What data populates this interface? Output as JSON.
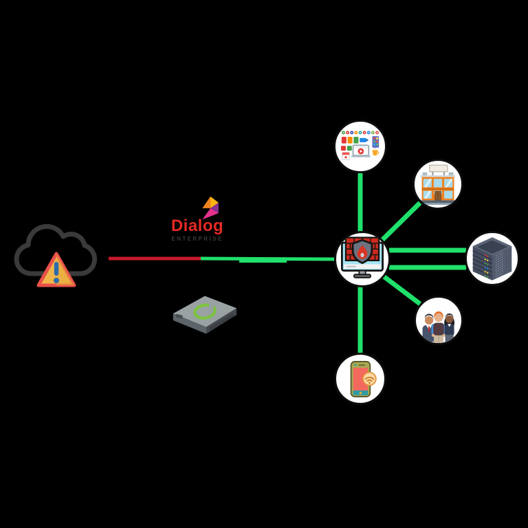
{
  "colors": {
    "background": "#000000",
    "link_green": "#1fe06b",
    "link_red": "#c6192e",
    "node_fill": "#ffffff",
    "node_border": "#0d0d0d",
    "brand_red": "#e32a24",
    "brand_sub": "#3a3a38"
  },
  "logo": {
    "brand": "Dialog",
    "subtitle": "ENTERPRISE"
  },
  "nodes": [
    {
      "id": "threat-cloud",
      "icon": "cloud-warning-icon"
    },
    {
      "id": "dialog-enterprise",
      "icon": "dialog-logo"
    },
    {
      "id": "edge-appliance",
      "icon": "network-appliance-icon"
    },
    {
      "id": "firewall-hub",
      "icon": "firewall-monitor-icon"
    },
    {
      "id": "web-apps",
      "icon": "apps-collage-icon"
    },
    {
      "id": "office-building",
      "icon": "building-icon"
    },
    {
      "id": "server-rack",
      "icon": "server-rack-icon"
    },
    {
      "id": "staff-team",
      "icon": "people-icon"
    },
    {
      "id": "mobile-device",
      "icon": "smartphone-wifi-icon"
    }
  ],
  "edges": [
    {
      "from": "threat-cloud",
      "to": "firewall-hub",
      "segments": [
        "link_red",
        "link_green"
      ]
    },
    {
      "from": "firewall-hub",
      "to": "web-apps",
      "color": "link_green"
    },
    {
      "from": "firewall-hub",
      "to": "office-building",
      "color": "link_green"
    },
    {
      "from": "firewall-hub",
      "to": "server-rack",
      "color": "link_green",
      "lines": 2
    },
    {
      "from": "firewall-hub",
      "to": "staff-team",
      "color": "link_green"
    },
    {
      "from": "firewall-hub",
      "to": "mobile-device",
      "color": "link_green"
    }
  ]
}
